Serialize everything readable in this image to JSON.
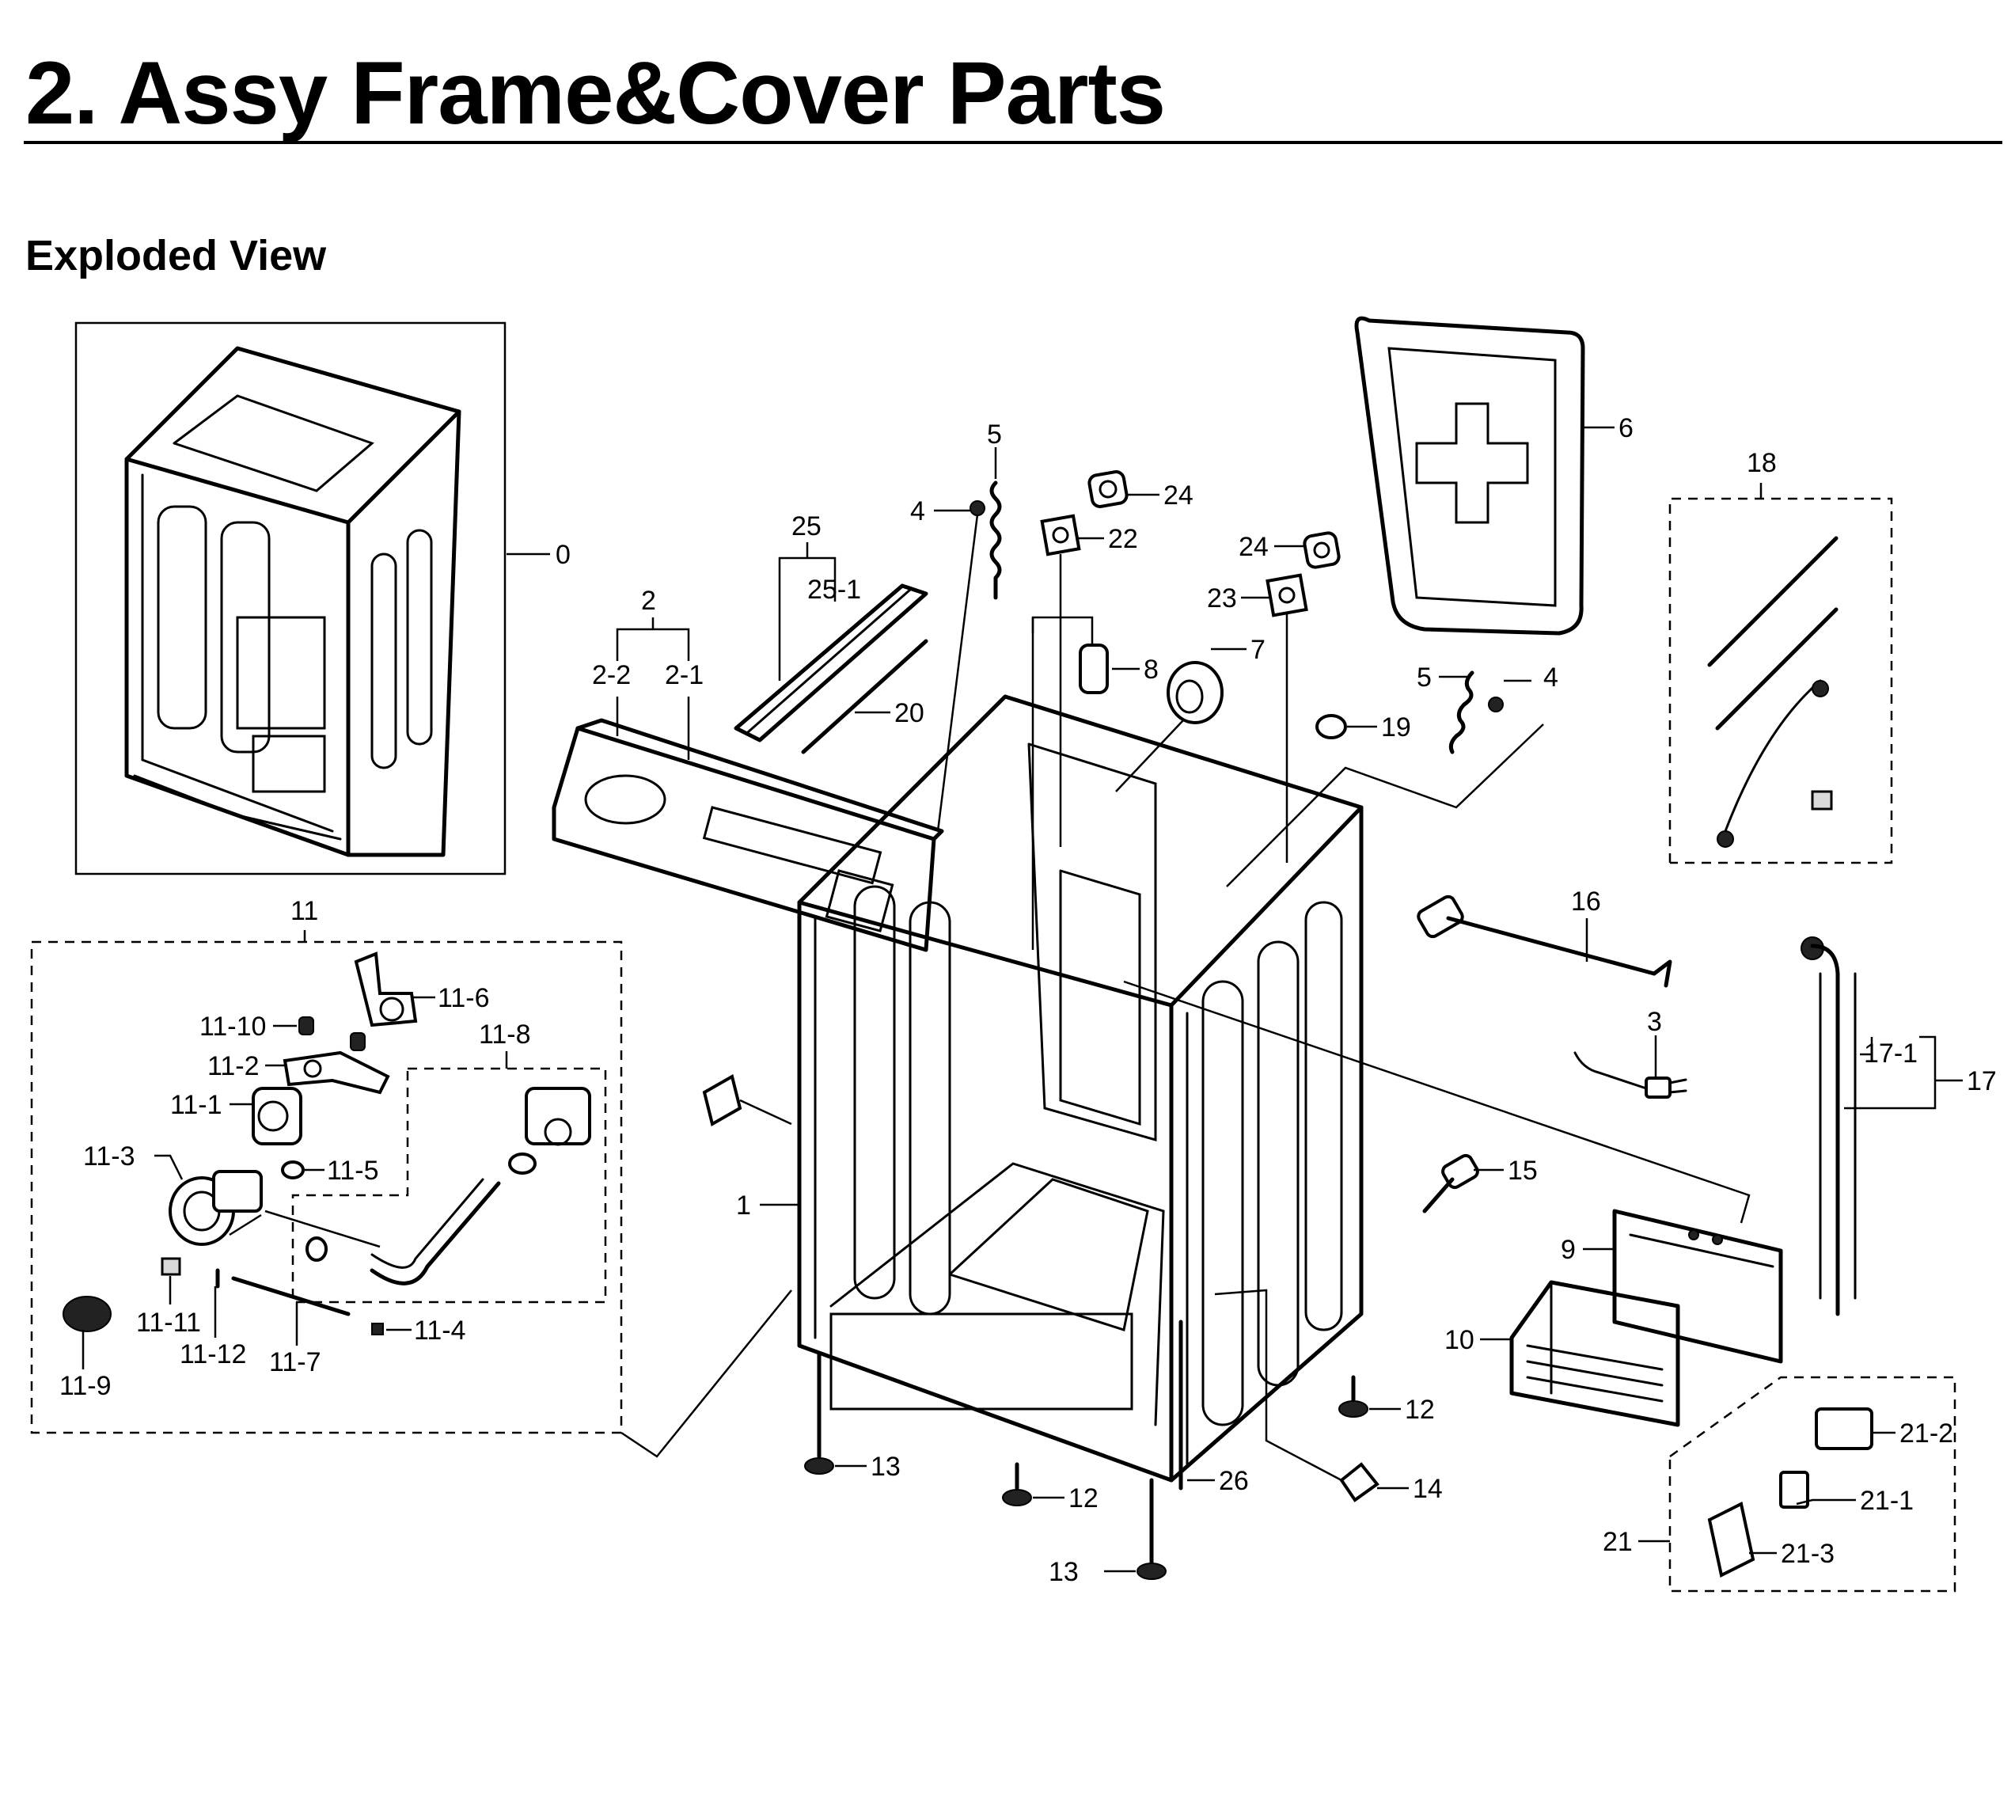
{
  "header": {
    "title": "2.  Assy Frame&Cover Parts",
    "subtitle": "Exploded View"
  },
  "callouts": {
    "c0": "0",
    "c1": "1",
    "c2": "2",
    "c2_1": "2-1",
    "c2_2": "2-2",
    "c3": "3",
    "c4a": "4",
    "c4b": "4",
    "c5a": "5",
    "c5b": "5",
    "c6": "6",
    "c7": "7",
    "c8": "8",
    "c9": "9",
    "c10": "10",
    "c11": "11",
    "c11_1": "11-1",
    "c11_2": "11-2",
    "c11_3": "11-3",
    "c11_4": "11-4",
    "c11_5": "11-5",
    "c11_6": "11-6",
    "c11_7": "11-7",
    "c11_8": "11-8",
    "c11_9": "11-9",
    "c11_10": "11-10",
    "c11_11": "11-11",
    "c11_12": "11-12",
    "c12a": "12",
    "c12b": "12",
    "c13a": "13",
    "c13b": "13",
    "c14": "14",
    "c15": "15",
    "c16": "16",
    "c17": "17",
    "c17_1": "17-1",
    "c18": "18",
    "c19": "19",
    "c20": "20",
    "c21": "21",
    "c21_1": "21-1",
    "c21_2": "21-2",
    "c21_3": "21-3",
    "c22": "22",
    "c23": "23",
    "c24a": "24",
    "c24b": "24",
    "c25": "25",
    "c25_1": "25-1",
    "c26": "26"
  }
}
